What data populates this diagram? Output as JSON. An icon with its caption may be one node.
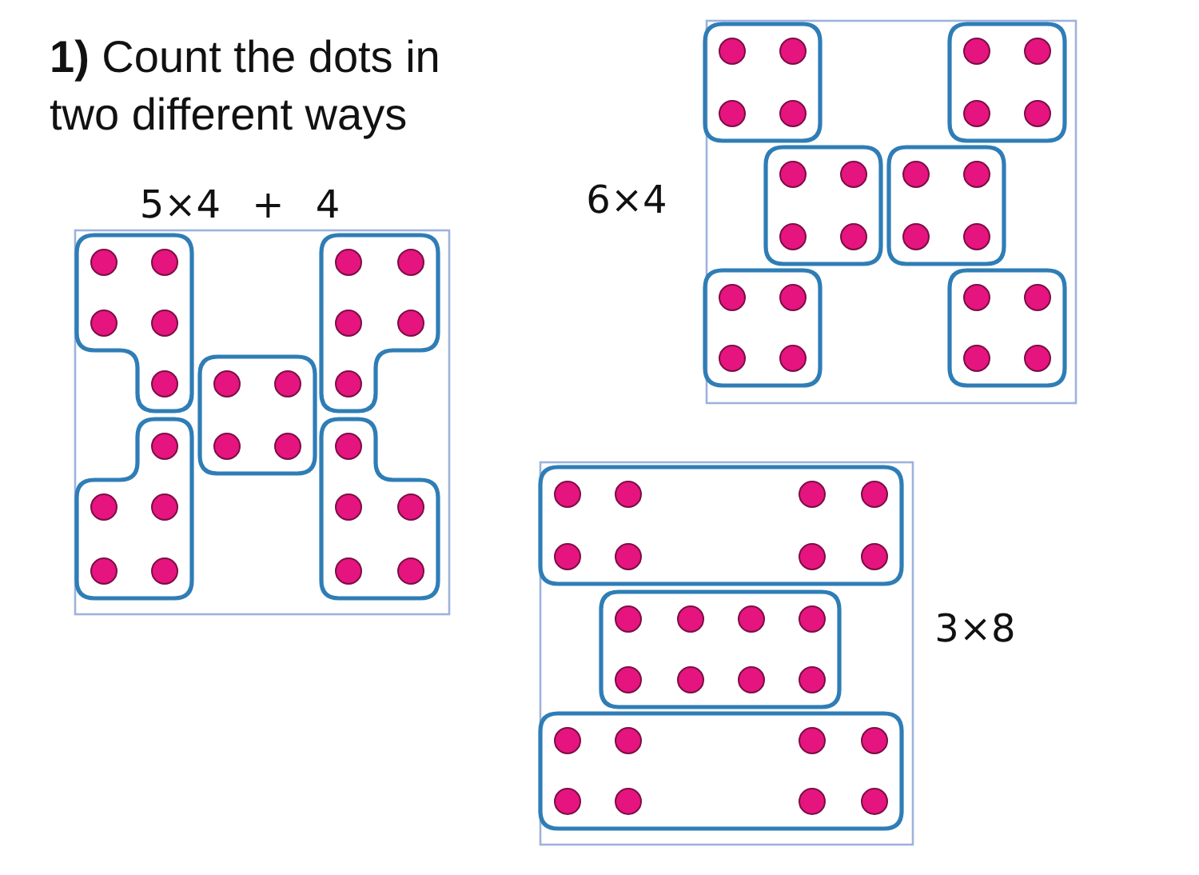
{
  "diagram": {
    "title": "**1)** Count the dots in two different ways",
    "labels": [
      "5×4 + 4",
      "6×4",
      "3×8"
    ]
  }
}
